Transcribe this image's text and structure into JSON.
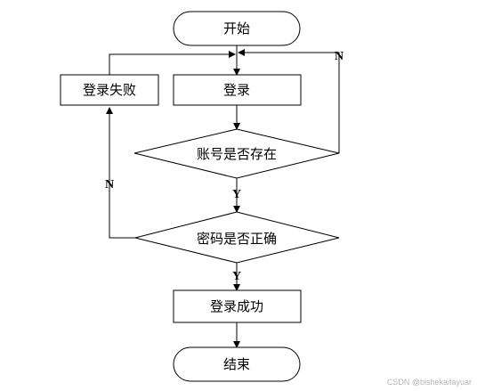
{
  "nodes": {
    "start": "开始",
    "login": "登录",
    "login_failed": "登录失败",
    "account_exists": "账号是否存在",
    "password_correct": "密码是否正确",
    "login_success": "登录成功",
    "end": "结束"
  },
  "edges": {
    "account_no": "N",
    "account_yes": "Y",
    "password_no": "N",
    "password_yes": "Y"
  },
  "watermark": "CSDN @bishekaifayuar"
}
